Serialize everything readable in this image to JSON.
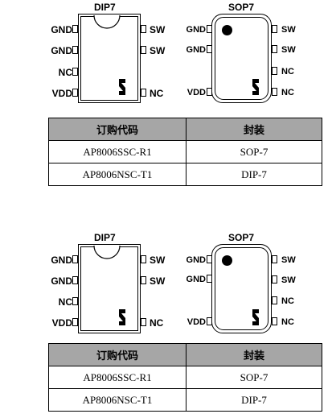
{
  "sections": [
    {
      "dip": {
        "label": "DIP7",
        "left_pins": [
          "GND",
          "GND",
          "NC",
          "VDD"
        ],
        "right_pins": [
          "SW",
          "SW",
          "NC"
        ]
      },
      "sop": {
        "label": "SOP7",
        "left_pins": [
          "GND",
          "GND",
          "VDD"
        ],
        "right_pins": [
          "SW",
          "SW",
          "NC",
          "NC"
        ]
      },
      "table": {
        "headers": [
          "订购代码",
          "封装"
        ],
        "rows": [
          [
            "AP8006SSC-R1",
            "SOP-7"
          ],
          [
            "AP8006NSC-T1",
            "DIP-7"
          ]
        ]
      }
    },
    {
      "dip": {
        "label": "DIP7",
        "left_pins": [
          "GND",
          "GND",
          "NC",
          "VDD"
        ],
        "right_pins": [
          "SW",
          "SW",
          "NC"
        ]
      },
      "sop": {
        "label": "SOP7",
        "left_pins": [
          "GND",
          "GND",
          "VDD"
        ],
        "right_pins": [
          "SW",
          "SW",
          "NC",
          "NC"
        ]
      },
      "table": {
        "headers": [
          "订购代码",
          "封装"
        ],
        "rows": [
          [
            "AP8006SSC-R1",
            "SOP-7"
          ],
          [
            "AP8006NSC-T1",
            "DIP-7"
          ]
        ]
      }
    }
  ],
  "icons": {
    "pin1_marker": "pin1-dot-icon",
    "vendor_logo": "vendor-logo-icon"
  },
  "colors": {
    "table_header_bg": "#a6a6a6"
  }
}
